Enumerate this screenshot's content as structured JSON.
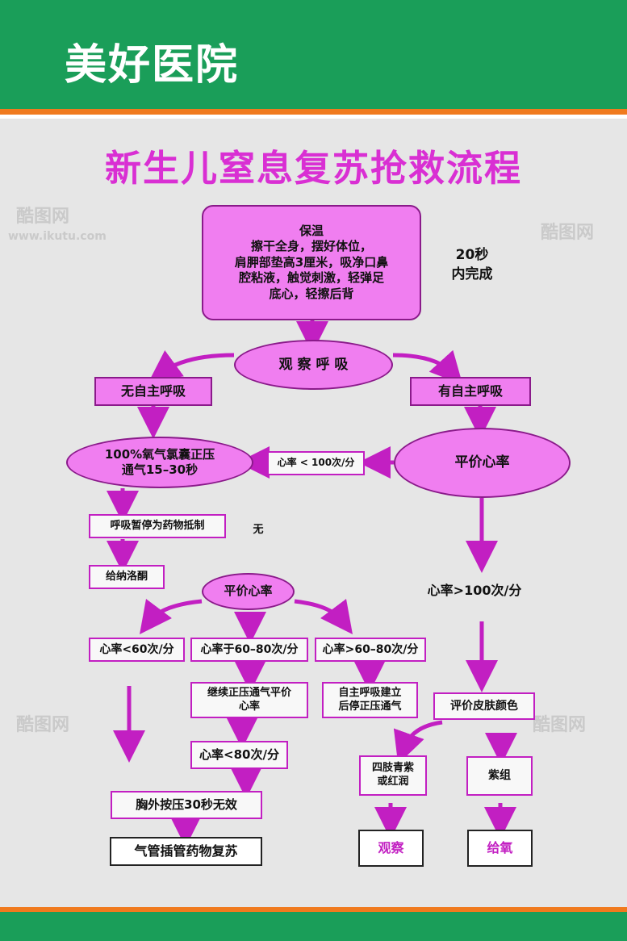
{
  "header": {
    "hospital_name": "美好医院"
  },
  "title": "新生儿窒息复苏抢救流程",
  "watermark": {
    "brand": "酷图网",
    "url": "www.ikutu.com"
  },
  "colors": {
    "green": "#1a9e59",
    "orange": "#f07a1e",
    "pink": "#f07ef0",
    "magenta": "#c21fc2",
    "title": "#d92fd3"
  },
  "nodes": {
    "warm_title": "保温",
    "warm_line1": "擦干全身，摆好体位，",
    "warm_line2": "肩胛部垫高3厘米，吸净口鼻",
    "warm_line3": "腔粘液，触觉刺激，轻弹足",
    "warm_line4": "底心，轻擦后背",
    "time_line1": "20秒",
    "time_line2": "内完成",
    "observe_breath": "观 察 呼 吸",
    "no_breath": "无自主呼吸",
    "has_breath": "有自主呼吸",
    "oxygen_line1": "100%氧气氯囊正压",
    "oxygen_line2": "通气15–30秒",
    "eval_hr_right": "平价心率",
    "hr_below_100": "心率 < 100次/分",
    "apnea_drug": "呼吸暂停为药物抵制",
    "none_label": "无",
    "naloxone": "给纳洛酮",
    "eval_hr_mid": "平价心率",
    "hr_above_100": "心率>100次/分",
    "hr_lt_60": "心率<60次/分",
    "hr_60_80": "心率于60–80次/分",
    "hr_gt_60_80": "心率>60–80次/分",
    "continue_line1": "继续正压通气平价",
    "continue_line2": "心率",
    "spont_line1": "自主呼吸建立",
    "spont_line2": "后停正压通气",
    "eval_skin": "评价皮肤颜色",
    "hr_lt_80": "心率<80次/分",
    "limbs_line1": "四肢青紫",
    "limbs_line2": "或红润",
    "purple": "紫组",
    "chest_compress": "胸外按压30秒无效",
    "intubation": "气管插管药物复苏",
    "observe": "观察",
    "give_oxygen": "给氧"
  }
}
